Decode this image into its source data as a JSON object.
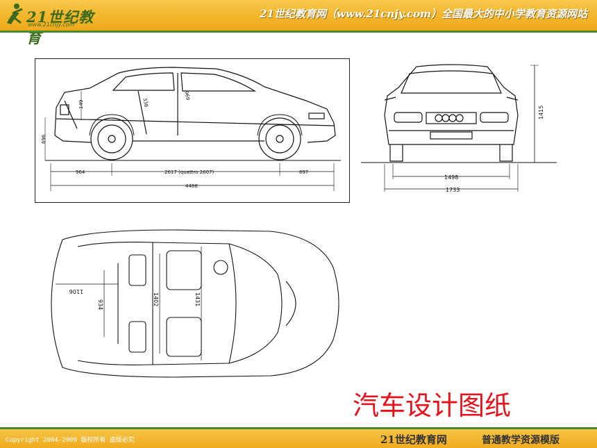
{
  "header": {
    "logo_text": "21世纪教育",
    "logo_url": "www.21cnjy.com",
    "title": "21世纪教育网（www.21cnjy.com）全国最大的中小学教育资源网站"
  },
  "drawings": {
    "side": {
      "dim_overhang_front": "964",
      "dim_wheelbase": "2617 (quattro 2607)",
      "dim_overhang_rear": "897",
      "dim_length": "4488",
      "dim_height_side": "696",
      "dim_trunk": "149",
      "dim_a": "338",
      "dim_b": "969"
    },
    "front": {
      "dim_track": "1498",
      "dim_width": "1733",
      "dim_height": "1415"
    },
    "top": {
      "dim_a": "1106",
      "dim_b": "934",
      "dim_c": "1402",
      "dim_d": "1431"
    }
  },
  "caption": "汽车设计图纸",
  "footer": {
    "copyright": "Copyright 2004-2009 版权所有 盗版必究",
    "brand": "21世纪教育网",
    "template": "普通教学资源模版"
  }
}
